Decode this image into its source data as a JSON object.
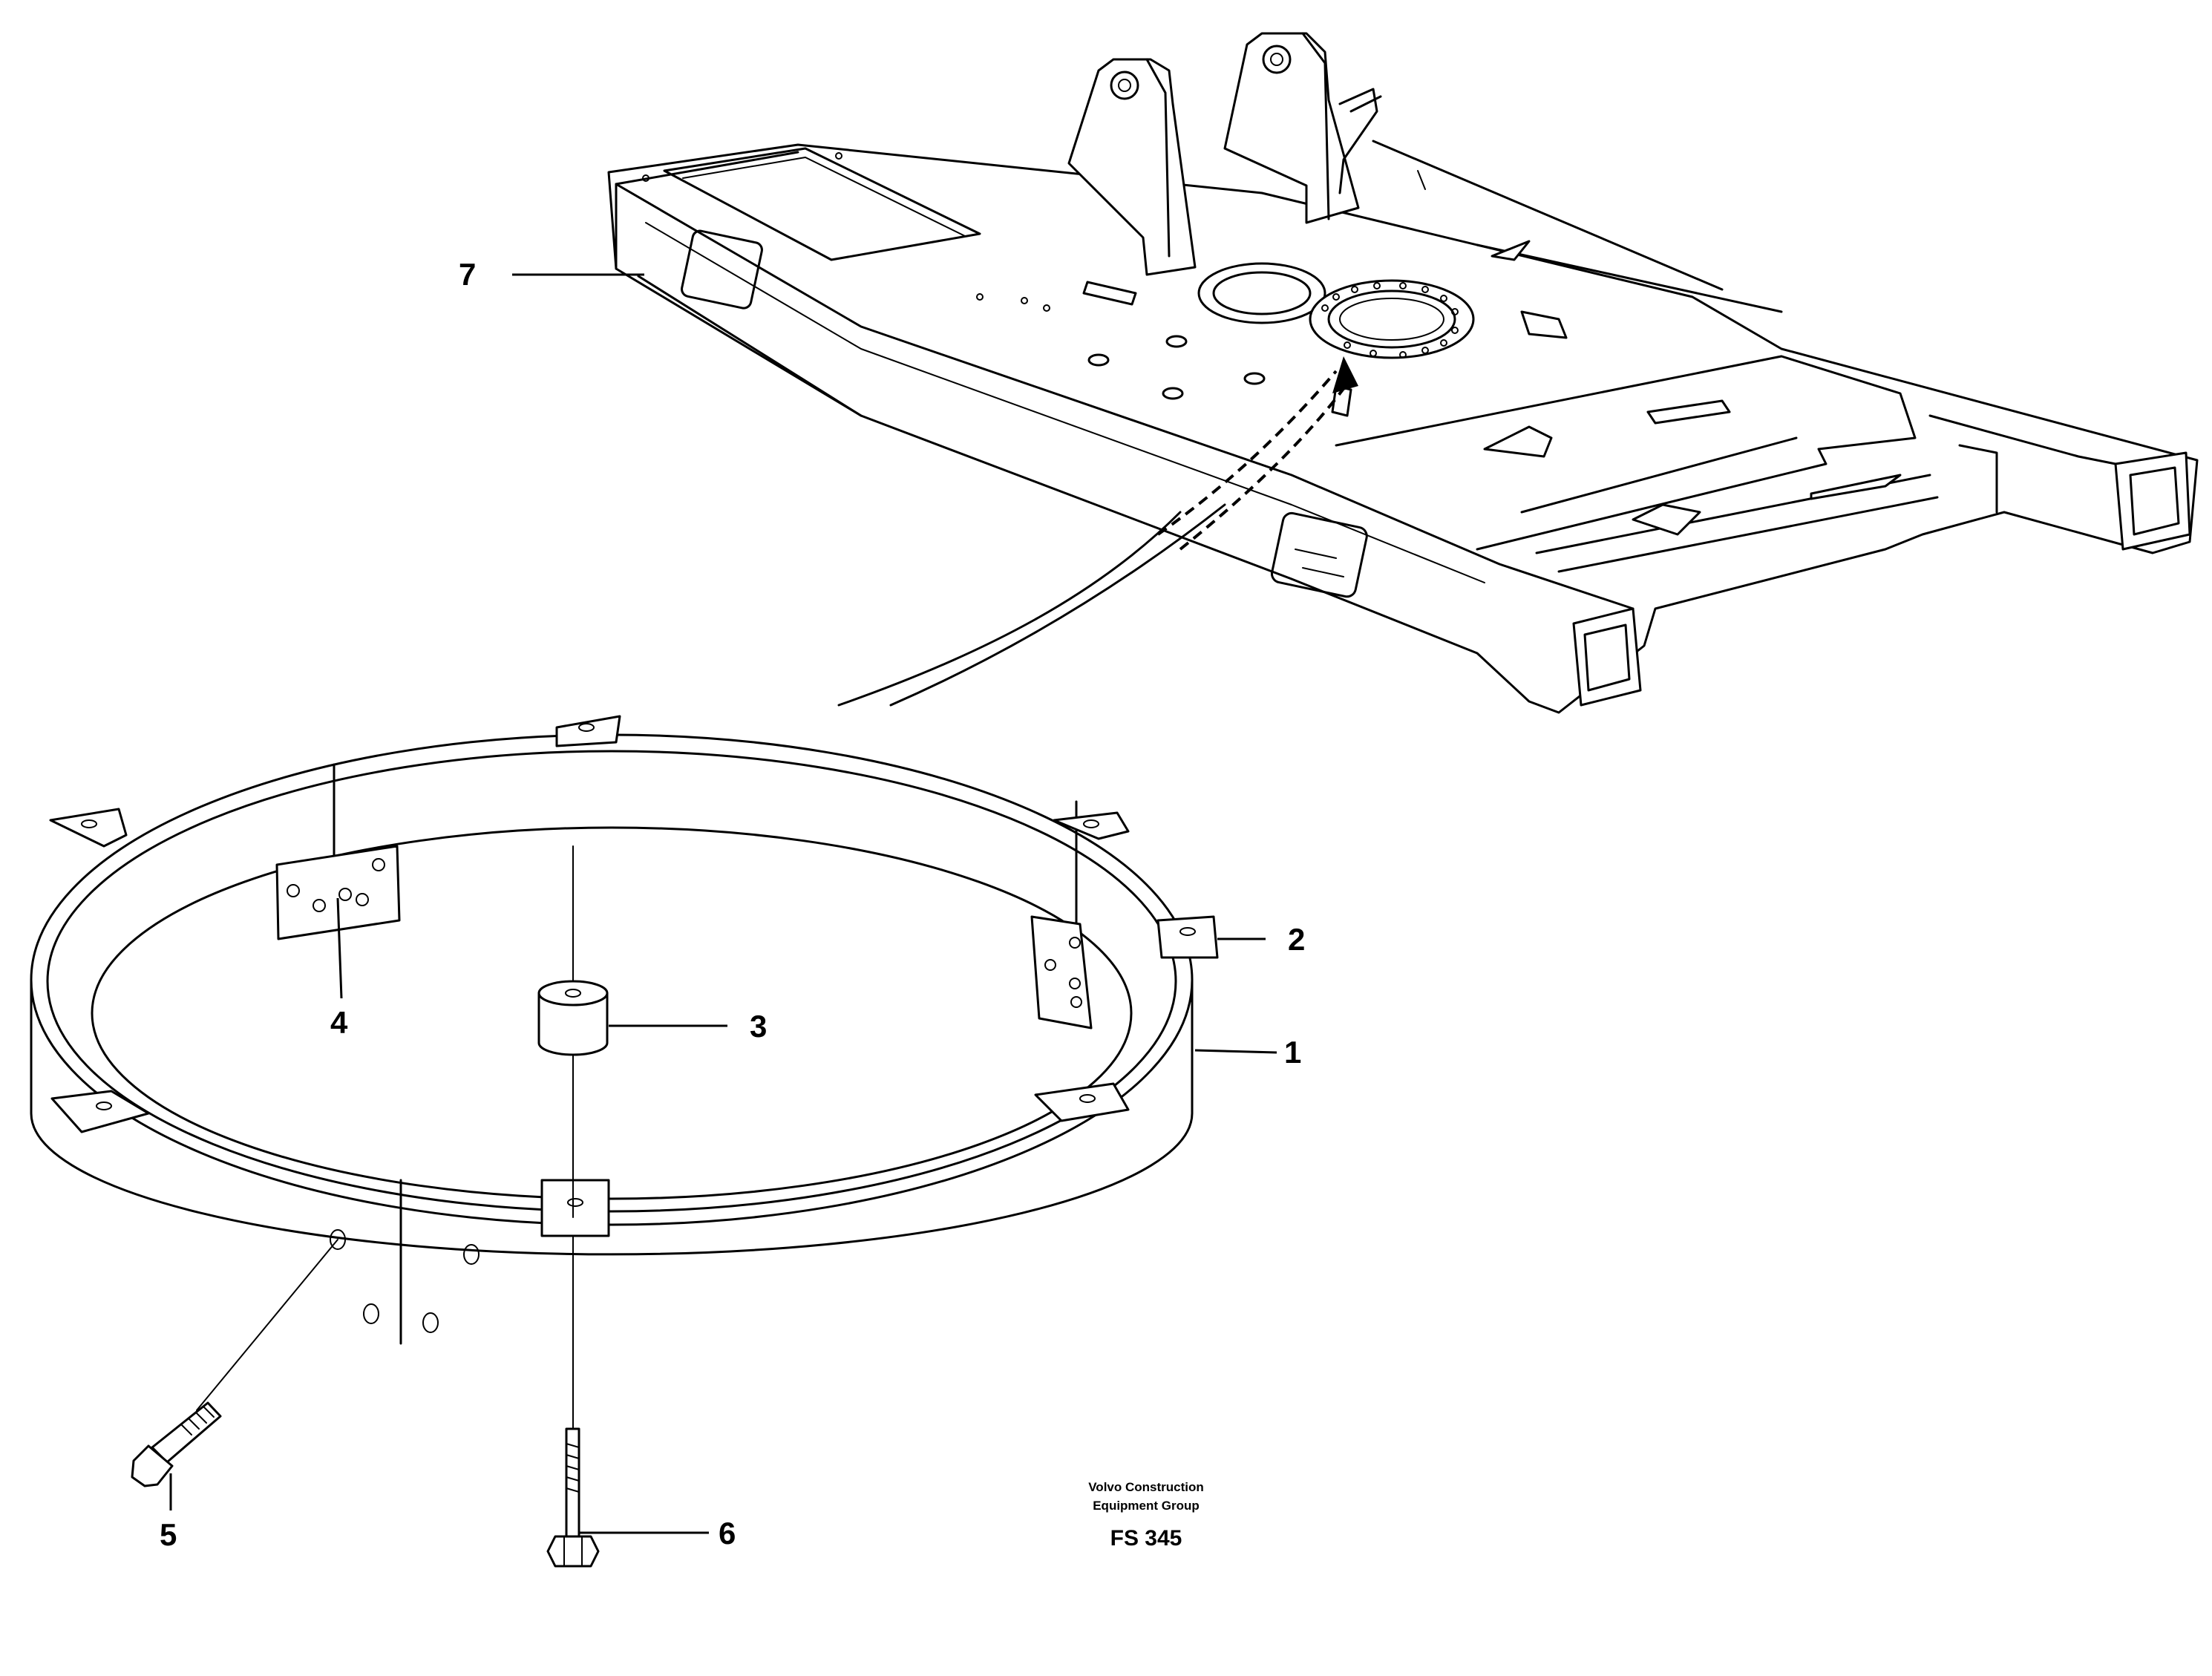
{
  "callouts": [
    {
      "id": "1",
      "text": "1"
    },
    {
      "id": "2",
      "text": "2"
    },
    {
      "id": "3",
      "text": "3"
    },
    {
      "id": "4",
      "text": "4"
    },
    {
      "id": "5",
      "text": "5"
    },
    {
      "id": "6",
      "text": "6"
    },
    {
      "id": "7",
      "text": "7"
    }
  ],
  "footer": {
    "company_line1": "Volvo Construction",
    "company_line2": "Equipment Group",
    "figure_code": "FS 345"
  }
}
